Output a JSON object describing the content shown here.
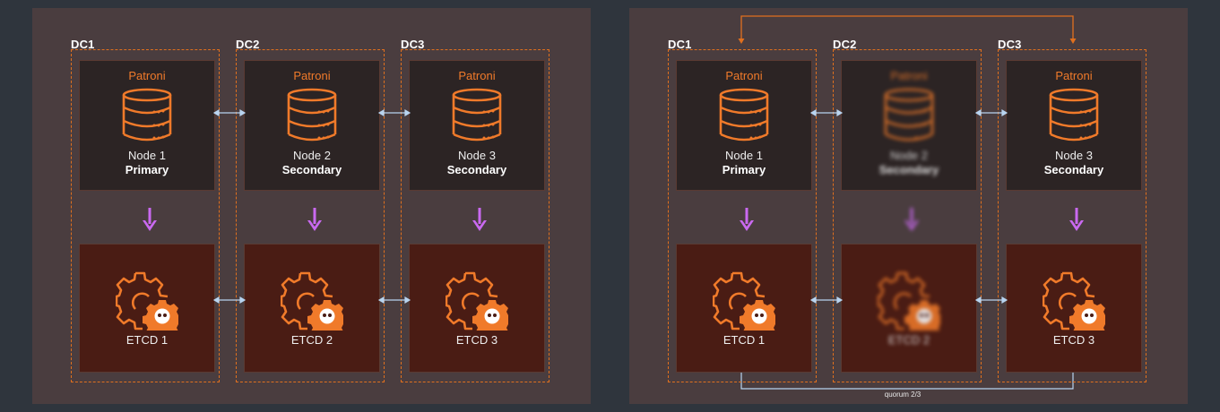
{
  "colors": {
    "background": "#2f353d",
    "panel": "#4a3d3f",
    "accent": "#f07a2a",
    "dashed_border": "#e0701e",
    "arrow": "#c969f0",
    "link": "#b8d4f0"
  },
  "left": {
    "dcs": [
      {
        "label": "DC1",
        "node_title": "Patroni",
        "node_name": "Node 1",
        "node_role": "Primary",
        "etcd_name": "ETCD 1"
      },
      {
        "label": "DC2",
        "node_title": "Patroni",
        "node_name": "Node 2",
        "node_role": "Secondary",
        "etcd_name": "ETCD 2"
      },
      {
        "label": "DC3",
        "node_title": "Patroni",
        "node_name": "Node 3",
        "node_role": "Secondary",
        "etcd_name": "ETCD 3"
      }
    ]
  },
  "right": {
    "dcs": [
      {
        "label": "DC1",
        "node_title": "Patroni",
        "node_name": "Node 1",
        "node_role": "Primary",
        "etcd_name": "ETCD 1"
      },
      {
        "label": "DC2",
        "node_title": "Patroni",
        "node_name": "Node 2",
        "node_role": "Secondary",
        "etcd_name": "ETCD 2",
        "failed": true
      },
      {
        "label": "DC3",
        "node_title": "Patroni",
        "node_name": "Node 3",
        "node_role": "Secondary",
        "etcd_name": "ETCD 3"
      }
    ],
    "quorum_label": "quorum 2/3"
  },
  "icons": {
    "node": "database-icon",
    "etcd": "gear-robot-icon",
    "flow": "down-arrow-icon",
    "link": "double-arrow-icon"
  }
}
